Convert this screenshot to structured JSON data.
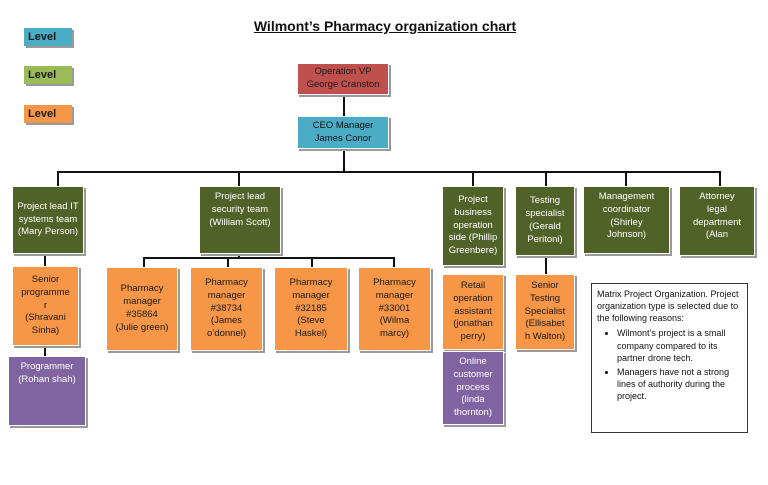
{
  "title": "Wilmont’s Pharmacy organization chart",
  "legend": [
    "Level",
    "Level",
    "Level"
  ],
  "colors": {
    "level_1": "#4bacc6",
    "level_2": "#9bbb59",
    "level_3": "#f79646",
    "operation_vp": "#c0504d",
    "project_lead": "#4f6228",
    "staff": "#f79646",
    "programmer": "#8064a2"
  },
  "nodes": {
    "vp": "Operation VP\nGeorge Cranston",
    "ceo": "CEO Manager\nJames Conor",
    "lead_it": "Project lead IT\nsystems team\n(Mary Person)",
    "lead_security": "Project lead\nsecurity team\n(William Scott)",
    "lead_business": "Project\nbusiness\noperation\nside (Phillip\nGreenbere)",
    "testing": "Testing\nspecialist\n(Gerald\nPeritoni)",
    "mgmt": "Management\ncoordinator\n(Shirley\nJohnson)",
    "attorney": "Attorney\nlegal\ndepartment\n(Alan",
    "senior_prog": "Senior\nprogramme\nr\n(Shravani\nSinha)",
    "programmer": "Programmer\n(Rohan shah)",
    "pm1": "Pharmacy\nmanager\n#35864\n(Julie green)",
    "pm2": "Pharmacy\nmanager\n#38734\n(James\no’donnel)",
    "pm3": "Pharmacy\nmanager\n#32185\n(Steve\nHaskel)",
    "pm4": "Pharmacy\nmanager\n#33001\n(Wilma\nmarcy)",
    "retail": "Retail\noperation\nassistant\n(jonathan\nperry)",
    "online": "Online\ncustomer\nprocess\n(linda\nthornton)",
    "senior_test": "Senior\nTesting\nSpecialist\n(Ellisabet\nh Walton)"
  },
  "note": {
    "heading": "Matrix Project Organization. Project organization type is selected due to the following reasons:",
    "bullets": [
      "Wilmont’s project is a small company compared to its partner drone tech.",
      "Managers have not a strong lines of authority during the project."
    ]
  }
}
